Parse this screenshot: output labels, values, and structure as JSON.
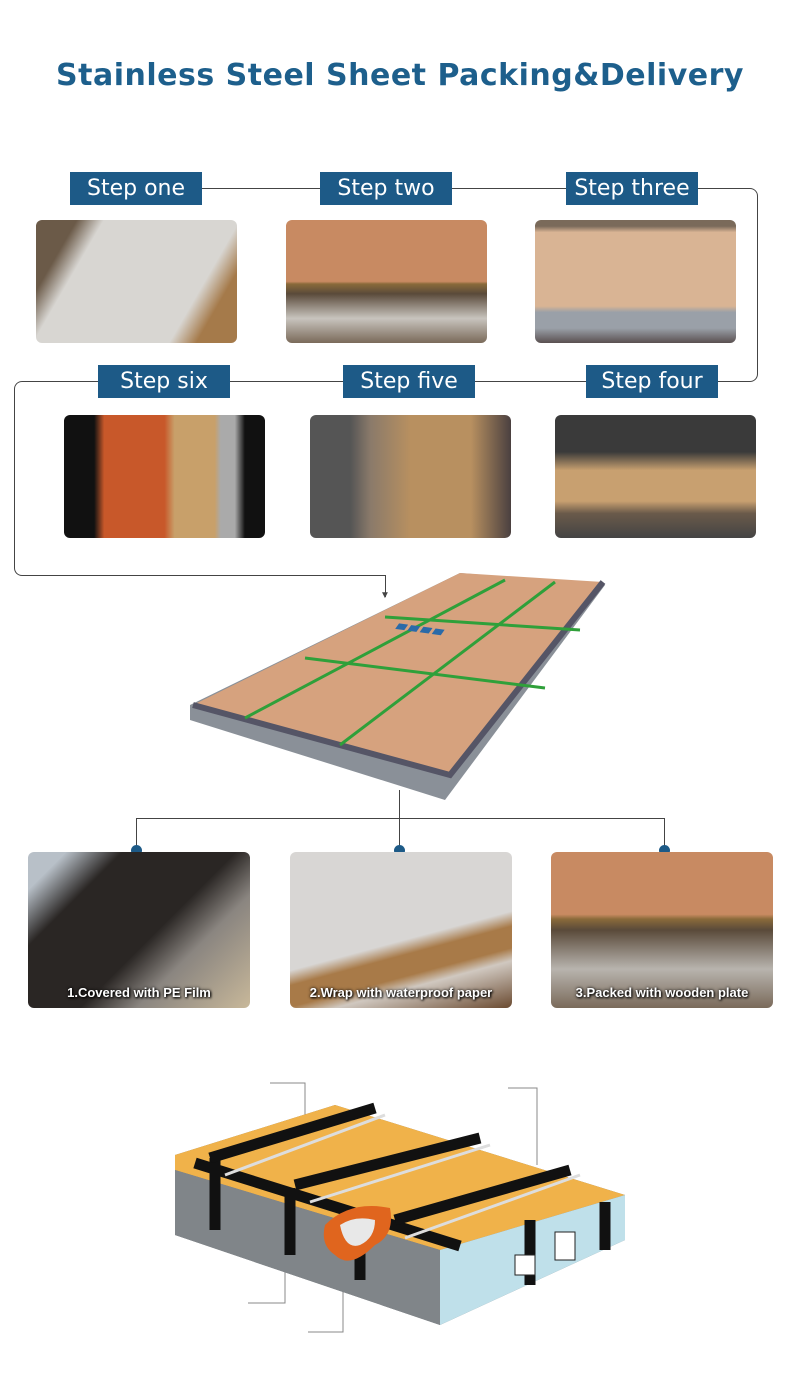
{
  "title": "Stainless Steel Sheet Packing&Delivery",
  "steps": [
    "Step one",
    "Step two",
    "Step three",
    "Step four",
    "Step five",
    "Step six"
  ],
  "packing": [
    {
      "caption": "1.Covered with PE Film"
    },
    {
      "caption": "2.Wrap with waterproof paper"
    },
    {
      "caption": "3.Packed with wooden plate"
    }
  ],
  "colors": {
    "accent": "#1d5a87",
    "title": "#1d5f8c"
  }
}
